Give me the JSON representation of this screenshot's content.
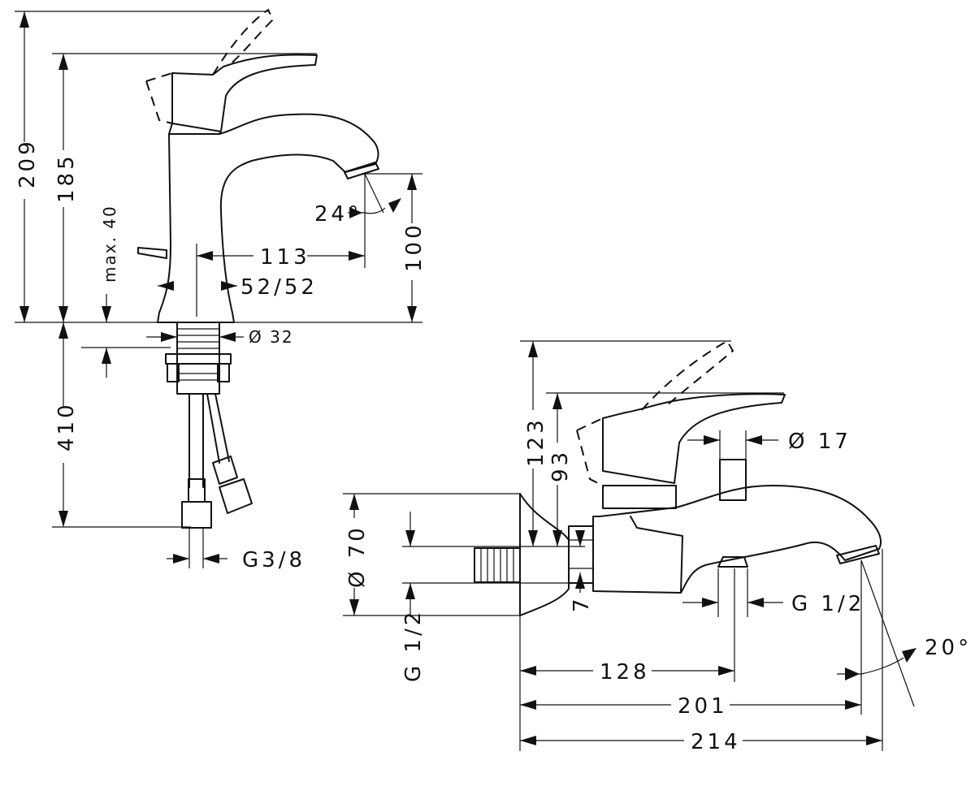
{
  "dimensions": {
    "basin": {
      "d209": "209",
      "d185": "185",
      "max40": "max. 40",
      "d113": "113",
      "d100": "100",
      "angle24": "24°",
      "d5252": "52/52",
      "dia32": "Ø 32",
      "d410": "410",
      "g38": "G3/8"
    },
    "bath": {
      "d123": "123",
      "d93": "93",
      "dia17": "Ø 17",
      "dia70": "Ø 70",
      "g12_left": "G 1/2",
      "g12_right": "G 1/2",
      "d7": "7",
      "angle20": "20°",
      "d128": "128",
      "d201": "201",
      "d214": "214"
    }
  }
}
